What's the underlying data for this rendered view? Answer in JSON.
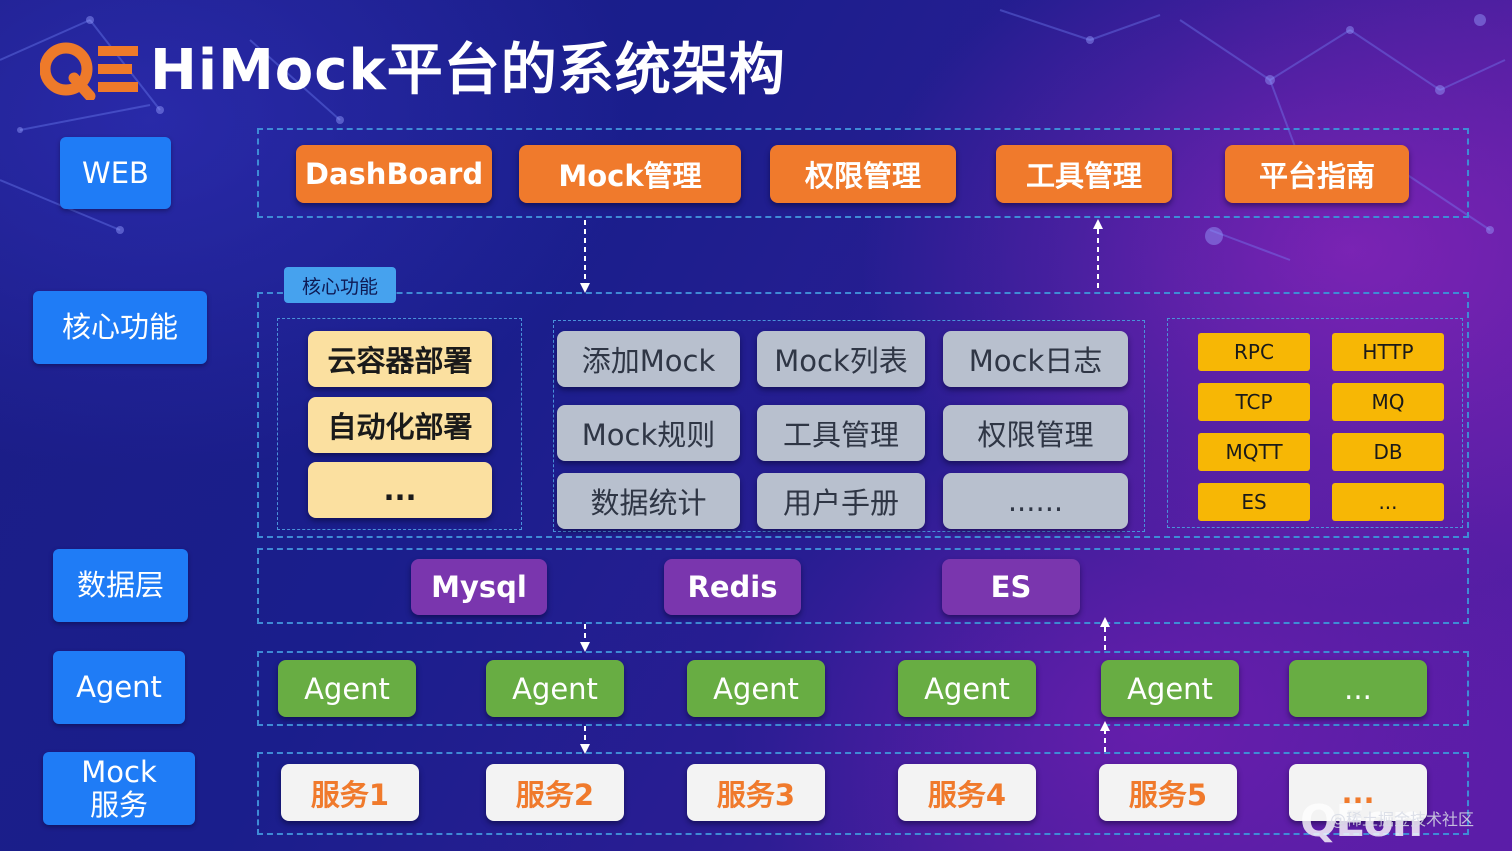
{
  "title": "HiMock平台的系统架构",
  "logo_text": "QE",
  "side_labels": {
    "web": "WEB",
    "core": "核心功能",
    "data": "数据层",
    "agent": "Agent",
    "mock_line1": "Mock",
    "mock_line2": "服务"
  },
  "web_buttons": [
    "DashBoard",
    "Mock管理",
    "权限管理",
    "工具管理",
    "平台指南"
  ],
  "core_tag": "核心功能",
  "core_deploy": [
    "云容器部署",
    "自动化部署",
    "..."
  ],
  "core_features": [
    "添加Mock",
    "Mock列表",
    "Mock日志",
    "Mock规则",
    "工具管理",
    "权限管理",
    "数据统计",
    "用户手册",
    "......"
  ],
  "protocols": [
    "RPC",
    "HTTP",
    "TCP",
    "MQ",
    "MQTT",
    "DB",
    "ES",
    "..."
  ],
  "data_layer": [
    "Mysql",
    "Redis",
    "ES"
  ],
  "agents": [
    "Agent",
    "Agent",
    "Agent",
    "Agent",
    "Agent",
    "..."
  ],
  "services": [
    "服务1",
    "服务2",
    "服务3",
    "服务4",
    "服务5",
    "..."
  ],
  "watermark": "@稀土掘金技术社区",
  "bottom_logo": "QEon",
  "colors": {
    "side_label_blue": "#1f7cf6",
    "web_orange": "#f07a2c",
    "core_yellow": "#fbe0a0",
    "core_grey": "#b8c0ce",
    "protocol_yellow": "#f7b705",
    "data_purple": "#7a36ae",
    "agent_green": "#68ad43",
    "service_white": "#f3f3f3",
    "frame_dashed_blue": "#3f8bd6"
  }
}
